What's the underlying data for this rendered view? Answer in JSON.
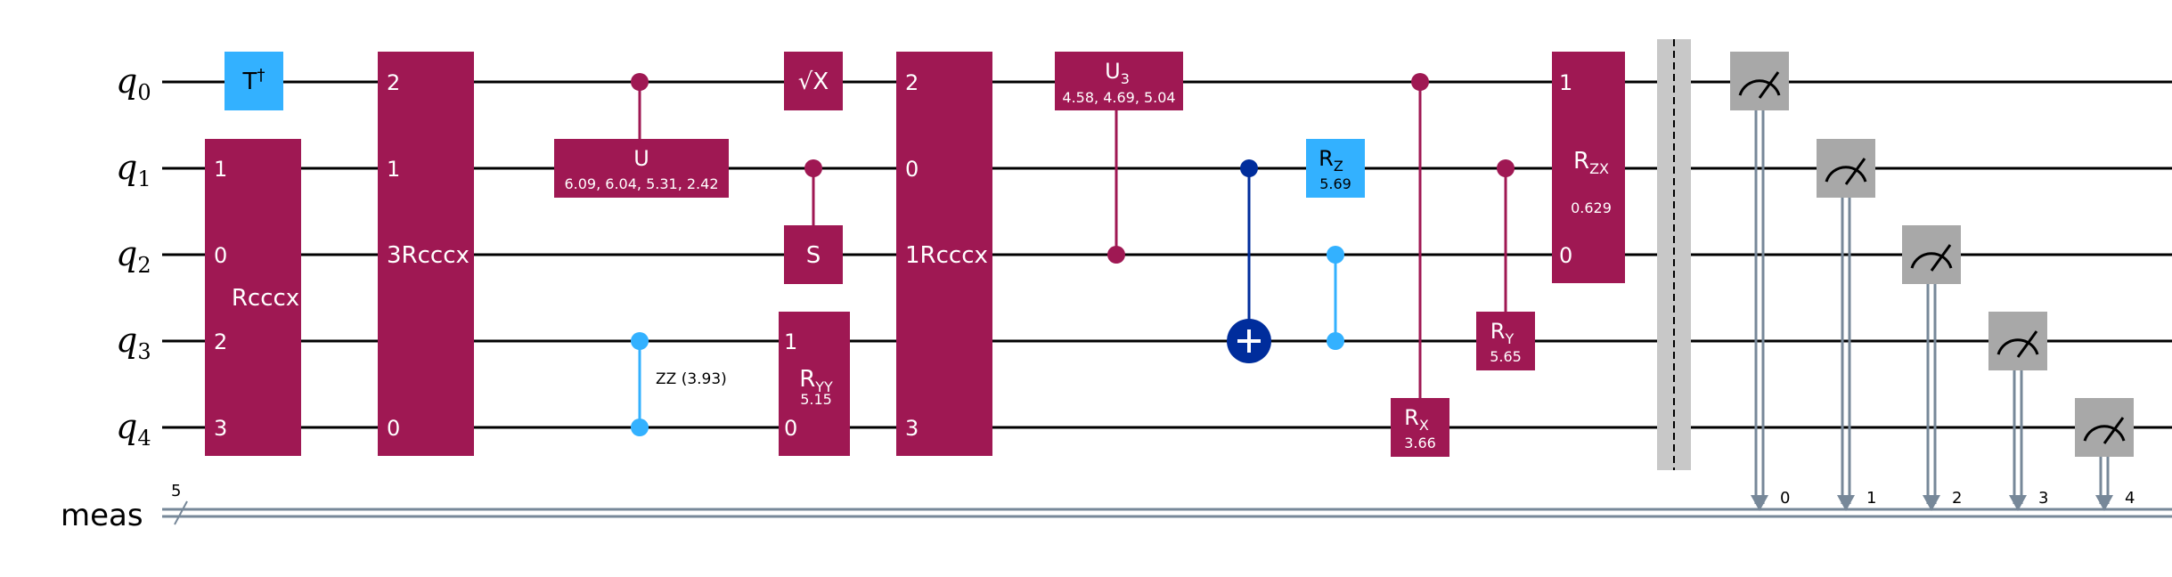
{
  "colors": {
    "magenta": "#9f1853",
    "light_blue": "#33b1ff",
    "dark_blue": "#002d9c",
    "gray": "#a8a8a8",
    "barrier": "#c8c8c8",
    "classical": "#778899",
    "wire": "#000000",
    "white": "#ffffff"
  },
  "registers": {
    "qubits": [
      {
        "base": "q",
        "sub": "0"
      },
      {
        "base": "q",
        "sub": "1"
      },
      {
        "base": "q",
        "sub": "2"
      },
      {
        "base": "q",
        "sub": "3"
      },
      {
        "base": "q",
        "sub": "4"
      }
    ],
    "classical": {
      "label": "meas",
      "width": "5"
    }
  },
  "gates": {
    "tdg": {
      "base": "T",
      "sup": "†"
    },
    "rcccx1": {
      "name": "Rcccx",
      "ports": [
        "1",
        "0",
        "2",
        "3"
      ]
    },
    "rcccx2": {
      "name": "3Rcccx",
      "ports": [
        "2",
        "1",
        "0"
      ]
    },
    "u": {
      "name": "U",
      "params": "6.09, 6.04, 5.31, 2.42"
    },
    "zz": {
      "label": "ZZ (3.93)"
    },
    "sx": {
      "name": "√X"
    },
    "s": {
      "name": "S"
    },
    "ryy": {
      "base": "R",
      "sub": "YY",
      "param": "5.15",
      "ports": [
        "1",
        "0"
      ]
    },
    "rcccx3": {
      "name": "1Rcccx",
      "ports": [
        "2",
        "0",
        "3"
      ]
    },
    "u3": {
      "base": "U",
      "sub": "3",
      "params": "4.58, 4.69, 5.04"
    },
    "rz": {
      "base": "R",
      "sub": "Z",
      "param": "5.69"
    },
    "rx": {
      "base": "R",
      "sub": "X",
      "param": "3.66"
    },
    "ry": {
      "base": "R",
      "sub": "Y",
      "param": "5.65"
    },
    "rzx": {
      "base": "R",
      "sub": "ZX",
      "param": "0.629",
      "ports": [
        "1",
        "0"
      ]
    }
  },
  "measurements": [
    "0",
    "1",
    "2",
    "3",
    "4"
  ]
}
